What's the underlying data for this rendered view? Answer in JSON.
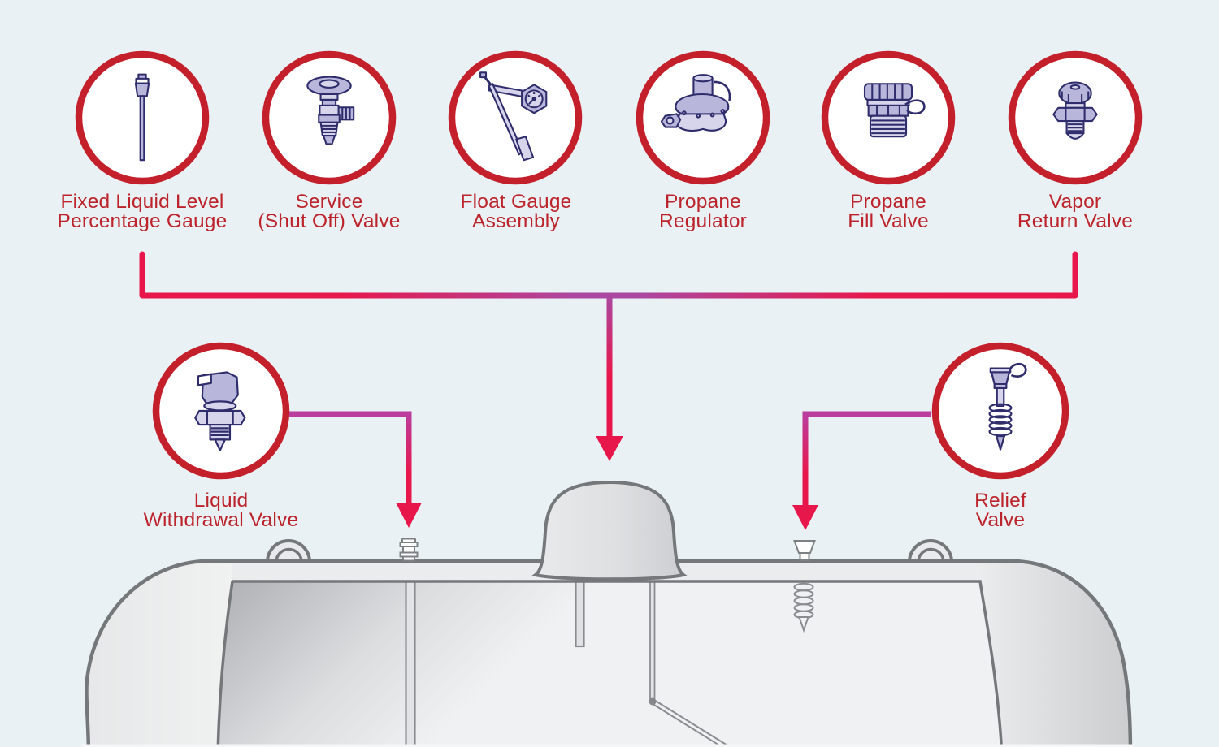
{
  "diagram": {
    "description": "Propane tank component diagram with labeled valve and gauge callouts",
    "background_color": "#e9f1f4"
  },
  "colors": {
    "circle_border_red": "#c4202c",
    "label_red": "#bc232b",
    "connector_crimson": "#e8174b",
    "connector_magenta": "#bb3d9e",
    "icon_outline_indigo": "#2f2d6b",
    "icon_fill_periwinkle": "#b9b6dc",
    "tank_stroke_gray": "#75787b",
    "tank_fill_gray": "#ebeced"
  },
  "legend": {
    "top_items": [
      {
        "id": "fixed-liquid-level-percentage-gauge",
        "label_line1": "Fixed Liquid Level",
        "label_line2": "Percentage Gauge",
        "icon": "dip-tube-gauge-icon"
      },
      {
        "id": "service-shut-off-valve",
        "label_line1": "Service",
        "label_line2": "(Shut Off) Valve",
        "icon": "handwheel-valve-icon"
      },
      {
        "id": "float-gauge-assembly",
        "label_line1": "Float Gauge",
        "label_line2": "Assembly",
        "icon": "float-gauge-icon"
      },
      {
        "id": "propane-regulator",
        "label_line1": "Propane",
        "label_line2": "Regulator",
        "icon": "regulator-icon"
      },
      {
        "id": "propane-fill-valve",
        "label_line1": "Propane",
        "label_line2": "Fill Valve",
        "icon": "fill-valve-icon"
      },
      {
        "id": "vapor-return-valve",
        "label_line1": "Vapor",
        "label_line2": "Return Valve",
        "icon": "vapor-return-valve-icon"
      }
    ],
    "side_items": [
      {
        "id": "liquid-withdrawal-valve",
        "label_line1": "Liquid",
        "label_line2": "Withdrawal Valve",
        "icon": "liquid-withdrawal-valve-icon"
      },
      {
        "id": "relief-valve",
        "label_line1": "Relief",
        "label_line2": "Valve",
        "icon": "relief-valve-icon"
      }
    ]
  }
}
